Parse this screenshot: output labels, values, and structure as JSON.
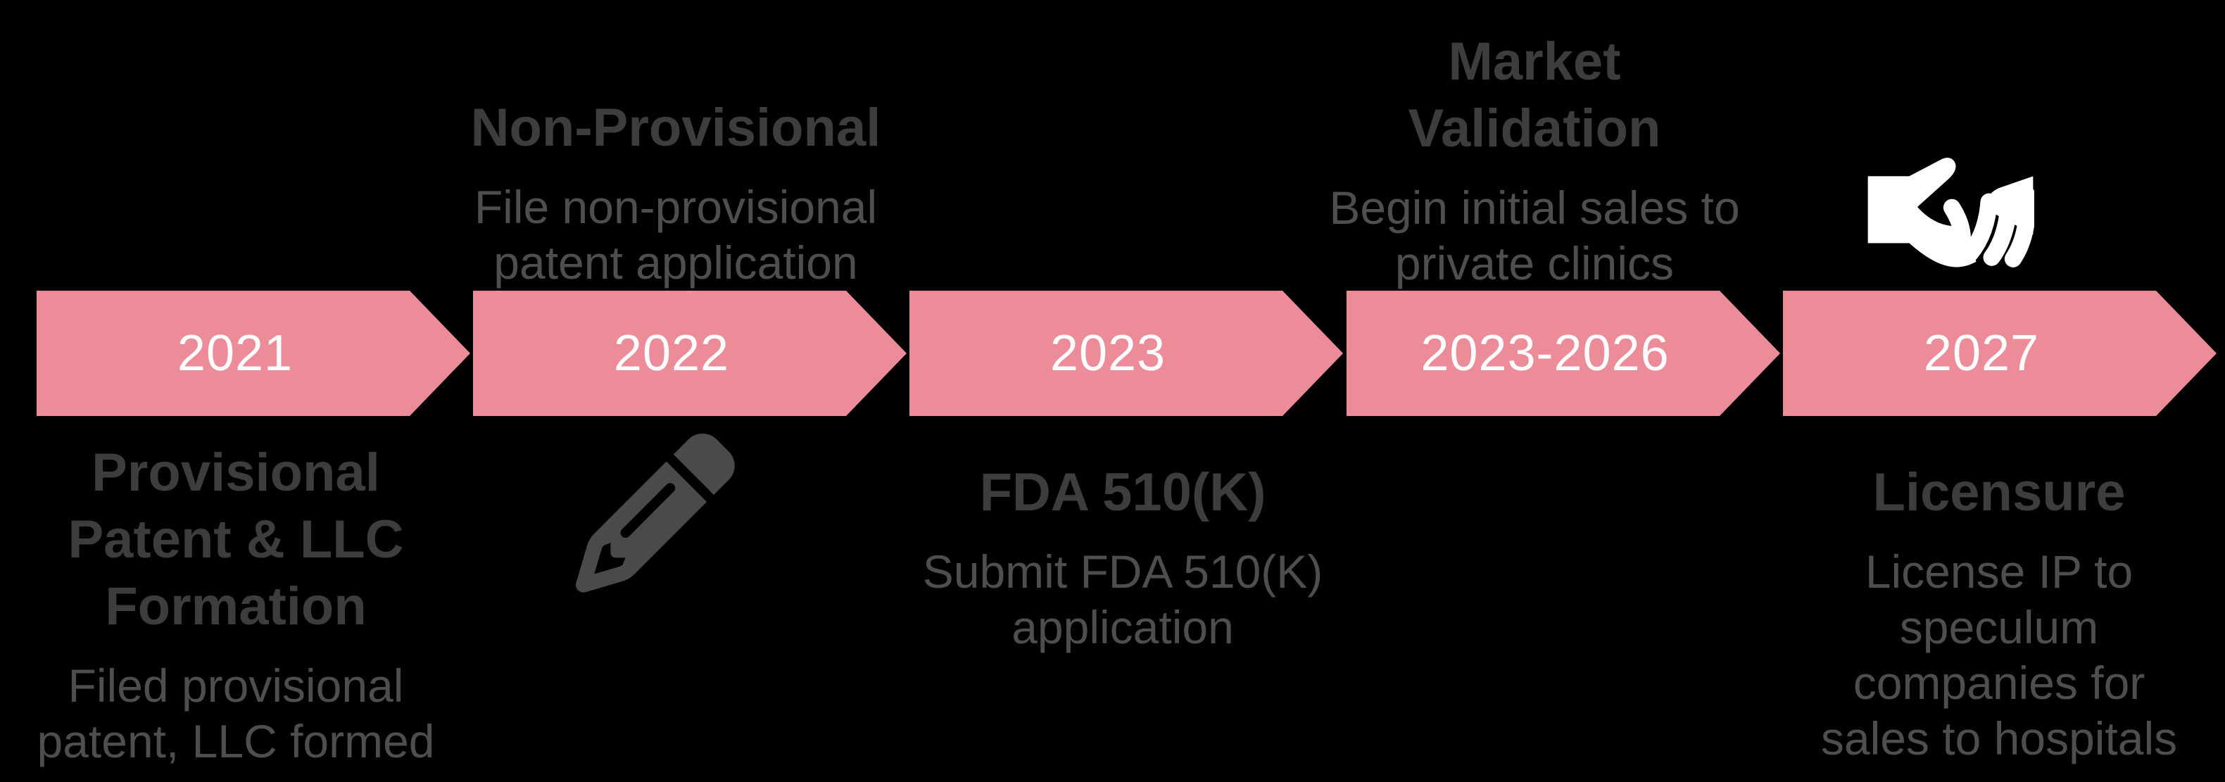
{
  "timeline": {
    "colors": {
      "background": "#000000",
      "arrow": "#ec8c99",
      "year_text": "#ffffff",
      "title": "#3d3d3d",
      "description": "#4e4e4e",
      "icon": "#4a4a4a",
      "handshake_icon": "#ffffff"
    },
    "milestones": [
      {
        "year": "2021",
        "title": [
          "Provisional",
          "Patent & LLC",
          "Formation"
        ],
        "description": [
          "Filed provisional",
          "patent, LLC formed"
        ],
        "text_position": "below",
        "icon": null
      },
      {
        "year": "2022",
        "title": [
          "Non-Provisional"
        ],
        "description": [
          "File non-provisional",
          "patent application"
        ],
        "text_position": "above",
        "icon": "pencil-icon"
      },
      {
        "year": "2023",
        "title": [
          "FDA 510(K)"
        ],
        "description": [
          "Submit FDA 510(K)",
          "application"
        ],
        "text_position": "below",
        "icon": null
      },
      {
        "year": "2023-2026",
        "title": [
          "Market",
          "Validation"
        ],
        "description": [
          "Begin initial sales to",
          "private clinics"
        ],
        "text_position": "above",
        "icon": null
      },
      {
        "year": "2027",
        "title": [
          "Licensure"
        ],
        "description": [
          "License IP to",
          "speculum",
          "companies for",
          "sales to hospitals"
        ],
        "text_position": "below",
        "icon": "handshake-icon"
      }
    ]
  }
}
